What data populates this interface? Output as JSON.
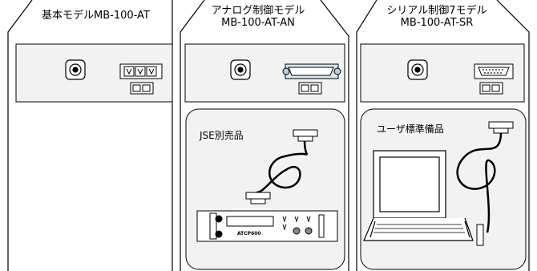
{
  "models": [
    {
      "name_line1": "基本モデルMB-100-AT",
      "name_line2": ""
    },
    {
      "name_line1": "アナログ制御モデル",
      "name_line2": "MB-100-AT-AN"
    },
    {
      "name_line1": "シリアル制御7モデル",
      "name_line2": "MB-100-AT-SR"
    }
  ],
  "accessories": {
    "analog_label": "JSE別売品",
    "analog_device_label": "ATCP600",
    "serial_label": "ユーザ標準備品"
  },
  "colors": {
    "line": "#000000",
    "panel_fill": "#f2f2f2",
    "background": "#ffffff"
  }
}
